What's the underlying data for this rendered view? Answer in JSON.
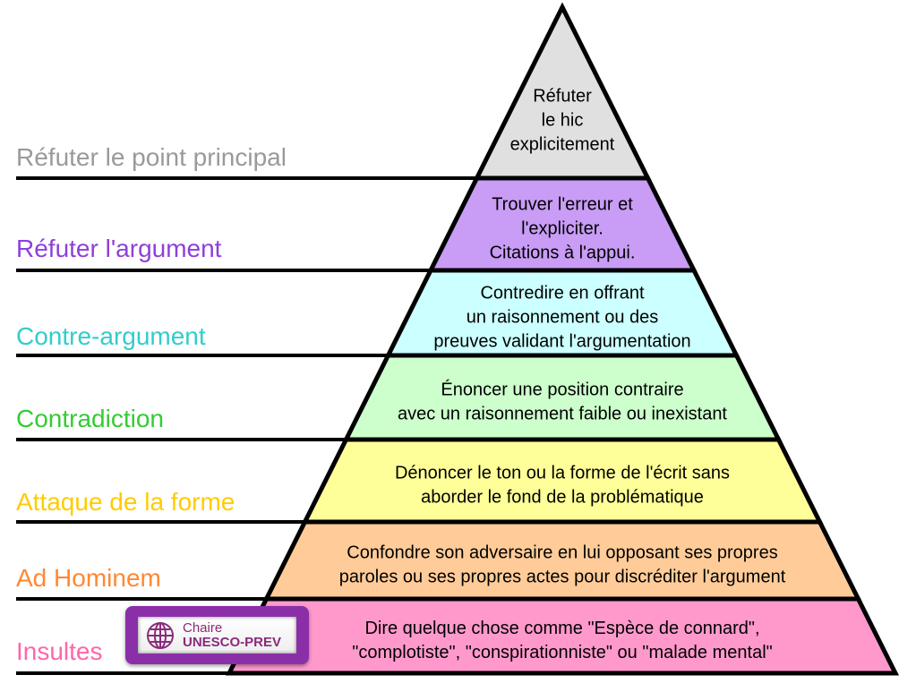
{
  "levels": [
    {
      "label": "Réfuter le point principal",
      "lines": [
        "Réfuter",
        "le hic",
        "explicitement"
      ],
      "fill": "#e0e0e0",
      "label_color": "#9a9a9a"
    },
    {
      "label": "Réfuter l'argument",
      "lines": [
        "Trouver l'erreur et",
        "l'expliciter.",
        "Citations à l'appui."
      ],
      "fill": "#c99cf6",
      "label_color": "#8e3fdc"
    },
    {
      "label": "Contre-argument",
      "lines": [
        "Contredire en offrant",
        "un raisonnement ou des",
        "preuves validant l'argumentation"
      ],
      "fill": "#ccffff",
      "label_color": "#33cccc"
    },
    {
      "label": "Contradiction",
      "lines": [
        "Énoncer une position contraire",
        "avec un raisonnement faible ou inexistant"
      ],
      "fill": "#ccffcc",
      "label_color": "#33cc33"
    },
    {
      "label": "Attaque de la forme",
      "lines": [
        "Dénoncer le ton ou la forme de l'écrit sans",
        "aborder le fond de la problématique"
      ],
      "fill": "#ffff99",
      "label_color": "#ffcc00"
    },
    {
      "label": "Ad Hominem",
      "lines": [
        "Confondre son adversaire en lui opposant ses propres",
        "paroles ou ses propres actes pour discréditer l'argument"
      ],
      "fill": "#ffcc99",
      "label_color": "#ff8833"
    },
    {
      "label": "Insultes",
      "lines": [
        "Dire quelque chose comme \"Espèce de connard\",",
        "\"complotiste\", \"conspirationniste\" ou \"malade mental\""
      ],
      "fill": "#ff99cc",
      "label_color": "#ff66aa"
    }
  ],
  "logo": {
    "line1": "Chaire",
    "line2": "UNESCO-PREV",
    "color": "#8a2fa8"
  }
}
